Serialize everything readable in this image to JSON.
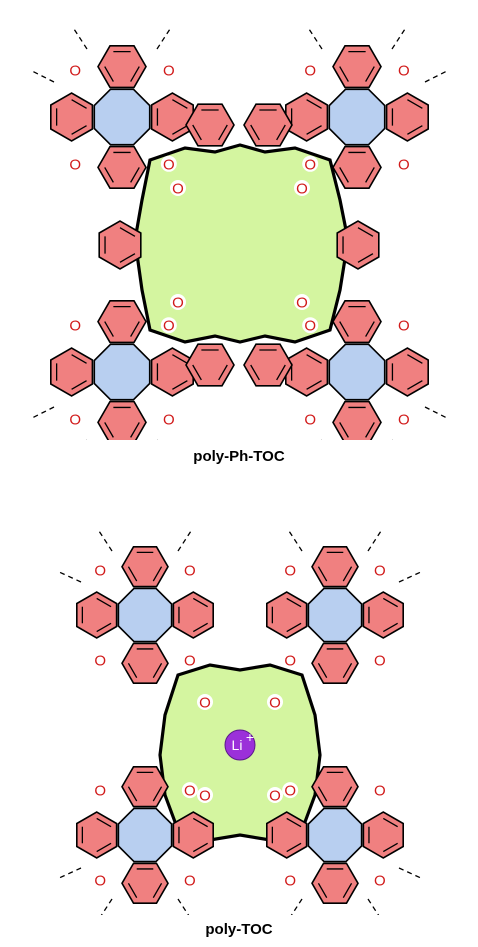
{
  "figures": [
    {
      "caption": "poly-Ph-TOC",
      "heteroatom_label": "O"
    },
    {
      "caption": "poly-TOC",
      "heteroatom_label": "O",
      "ion": {
        "label": "Li",
        "charge": "+"
      }
    }
  ],
  "colors": {
    "hexagon_fill": "#f08080",
    "octagon_fill": "#b8cff0",
    "cavity_fill": "#d4f5a0",
    "oxygen_text": "#d11a1a",
    "bond": "#000000",
    "ion_fill": "#9b30d9"
  },
  "icons": {
    "ion": "lithium-ion-sphere"
  }
}
